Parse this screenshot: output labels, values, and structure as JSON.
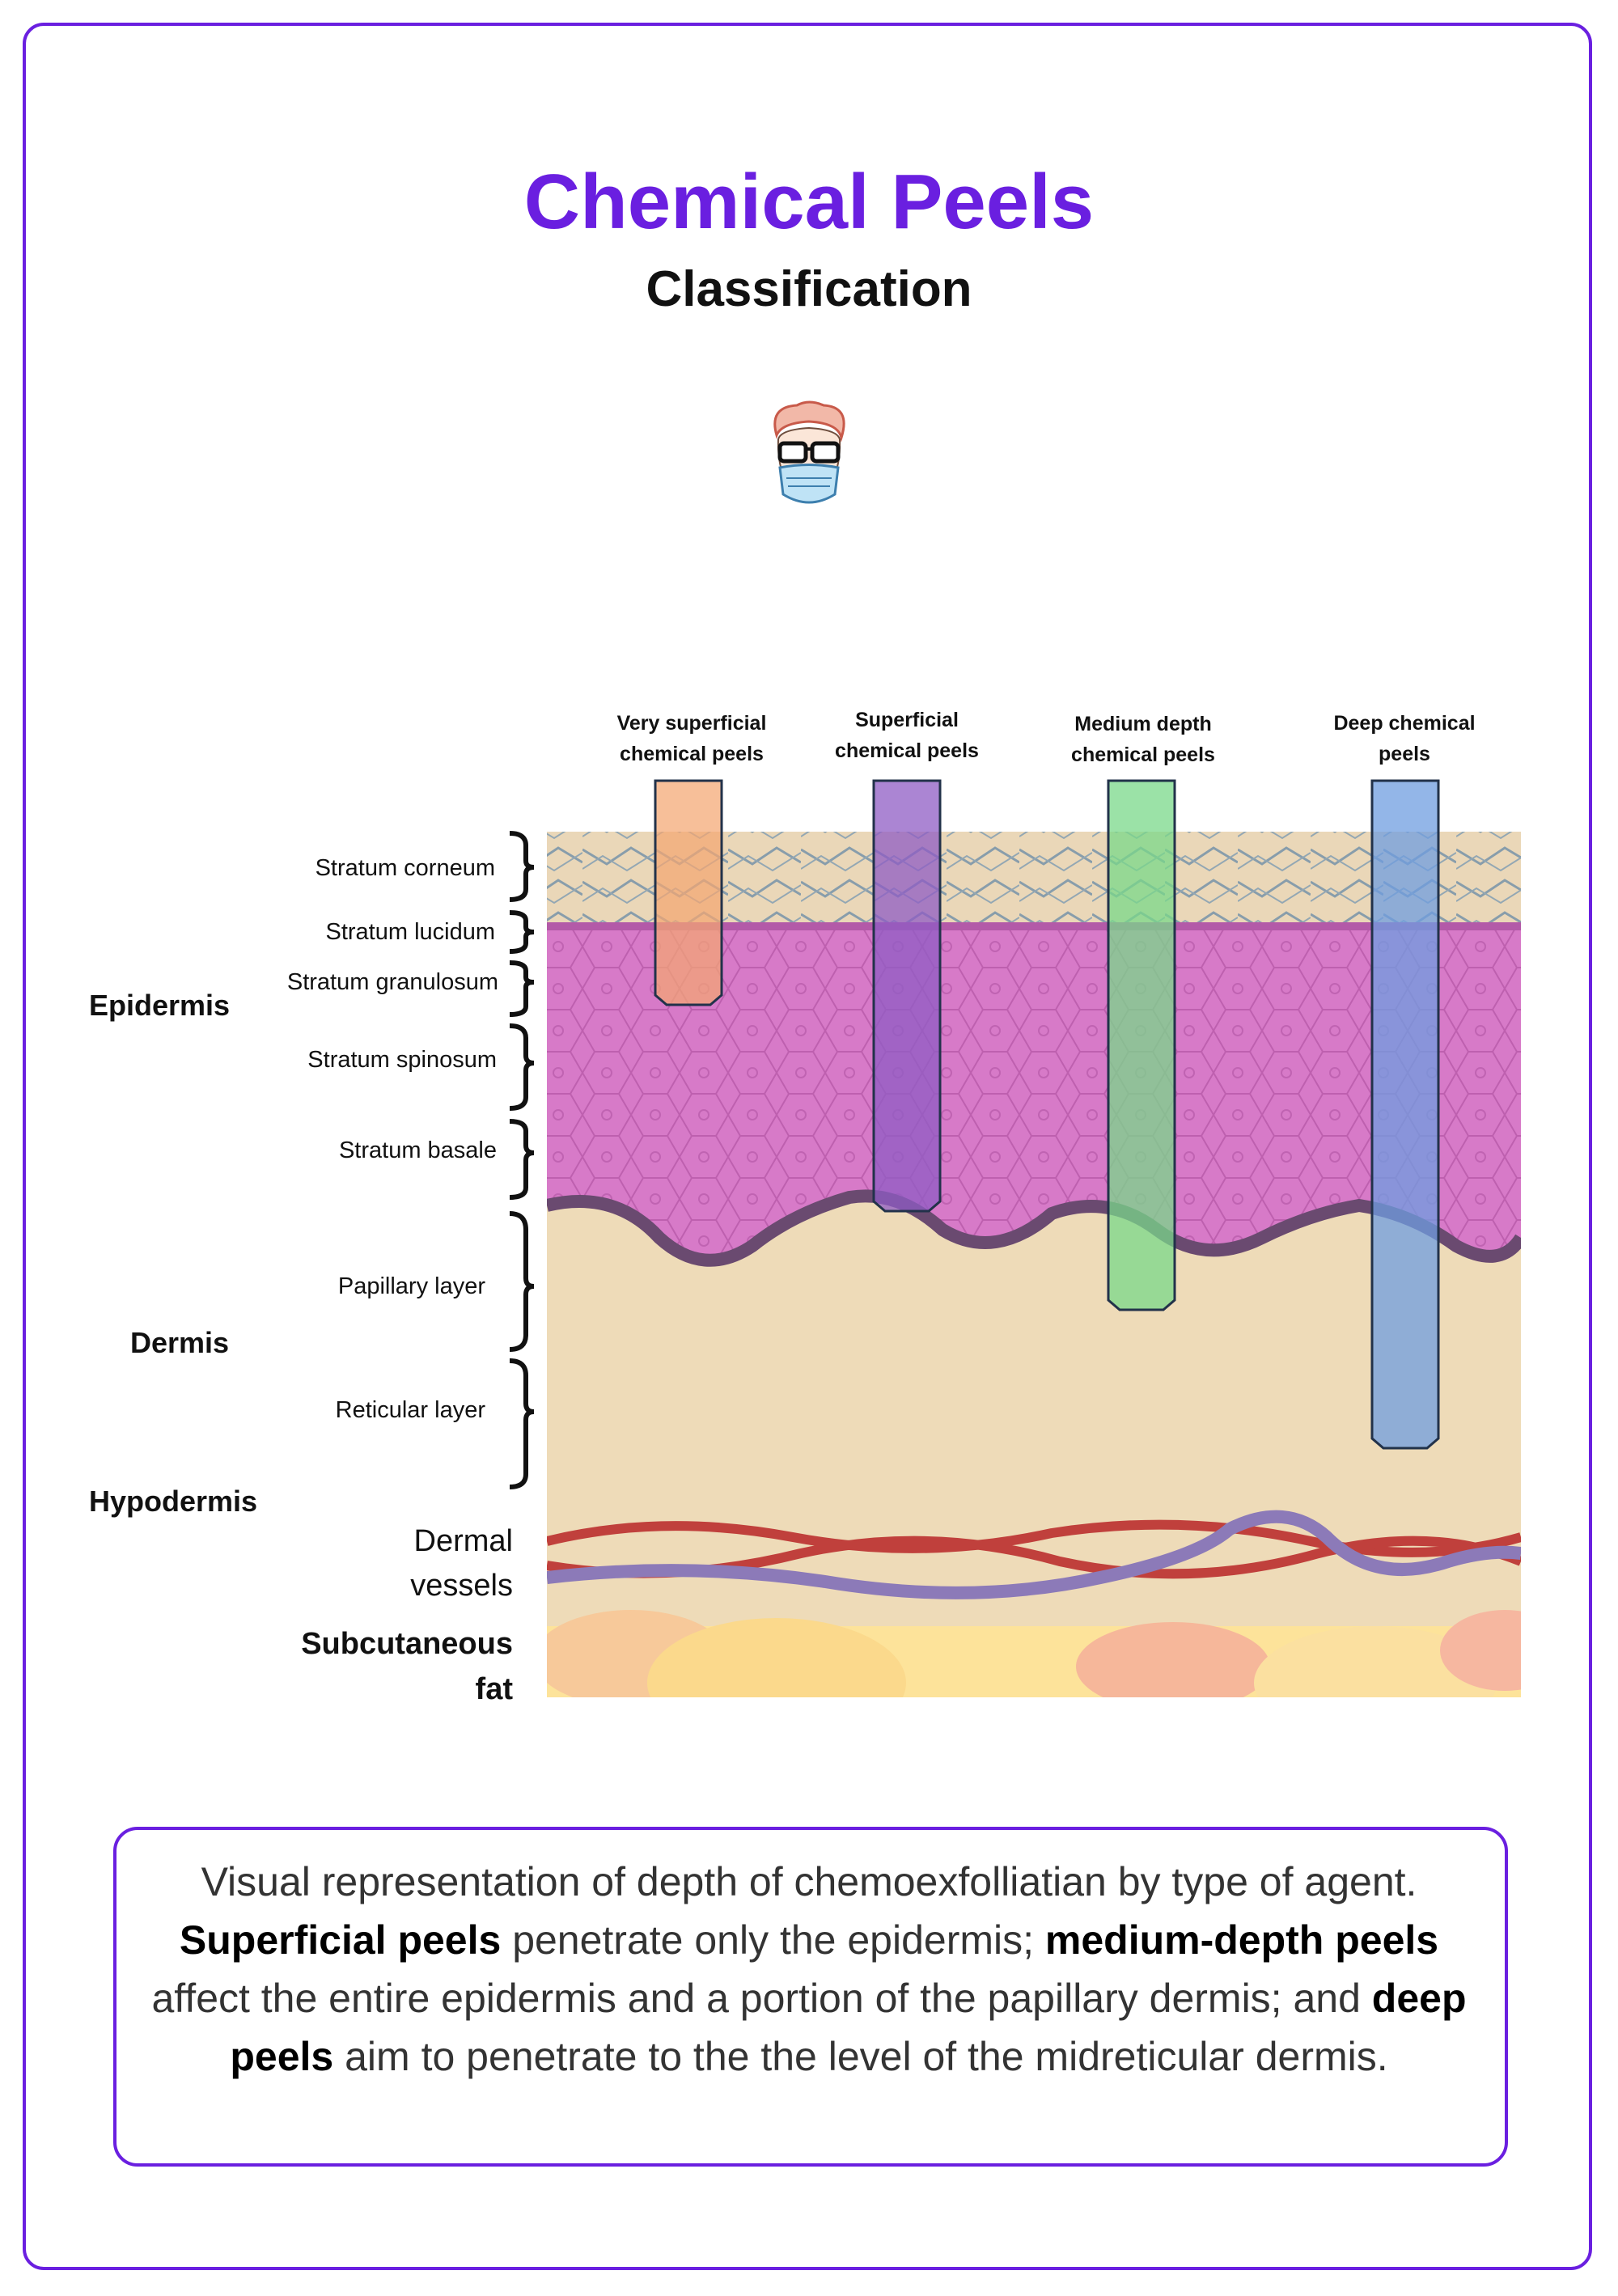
{
  "header": {
    "title": "Chemical Peels",
    "subtitle": "Classification"
  },
  "colors": {
    "accent": "#6a1fe0",
    "stratum_corneum": "#ead7b8",
    "epidermis": "#d77ac8",
    "dermis": "#eedbb8",
    "very_superficial_peel": "#f4a672",
    "superficial_peel": "#8f5cc4",
    "medium_depth_peel": "#7ad88a",
    "deep_peel": "#6f9ee0",
    "artery": "#c0403c",
    "vein": "#8c7ab8",
    "fat": "#fde39a"
  },
  "diagram": {
    "peel_columns": [
      {
        "label_line1": "Very superficial",
        "label_line2": "chemical peels",
        "depth_layer": "Stratum granulosum"
      },
      {
        "label_line1": "Superficial",
        "label_line2": "chemical peels",
        "depth_layer": "Stratum basale"
      },
      {
        "label_line1": "Medium depth",
        "label_line2": "chemical peels",
        "depth_layer": "Papillary layer"
      },
      {
        "label_line1": "Deep chemical",
        "label_line2": "peels",
        "depth_layer": "Reticular layer"
      }
    ],
    "layers": {
      "stratum_corneum": "Stratum corneum",
      "stratum_lucidum": "Stratum lucidum",
      "stratum_granulosum": "Stratum granulosum",
      "stratum_spinosum": "Stratum spinosum",
      "stratum_basale": "Stratum basale",
      "papillary_layer": "Papillary layer",
      "reticular_layer": "Reticular layer"
    },
    "groups": {
      "epidermis": "Epidermis",
      "dermis": "Dermis",
      "hypodermis": "Hypodermis",
      "dermal_vessels_line1": "Dermal",
      "dermal_vessels_line2": "vessels",
      "subcutaneous_fat_line1": "Subcutaneous",
      "subcutaneous_fat_line2": "fat"
    }
  },
  "caption": {
    "line1": "Visual representation of depth of chemoexfolliatian by type of agent.",
    "superficial_bold": "Superficial peels",
    "superficial_text": " penetrate only the epidermis; ",
    "medium_bold": "medium-depth peels",
    "medium_text": " affect the entire epidermis and a portion of the papillary dermis; and ",
    "deep_bold": "deep peels",
    "deep_text": " aim to penetrate to the the level of the midreticular dermis."
  }
}
